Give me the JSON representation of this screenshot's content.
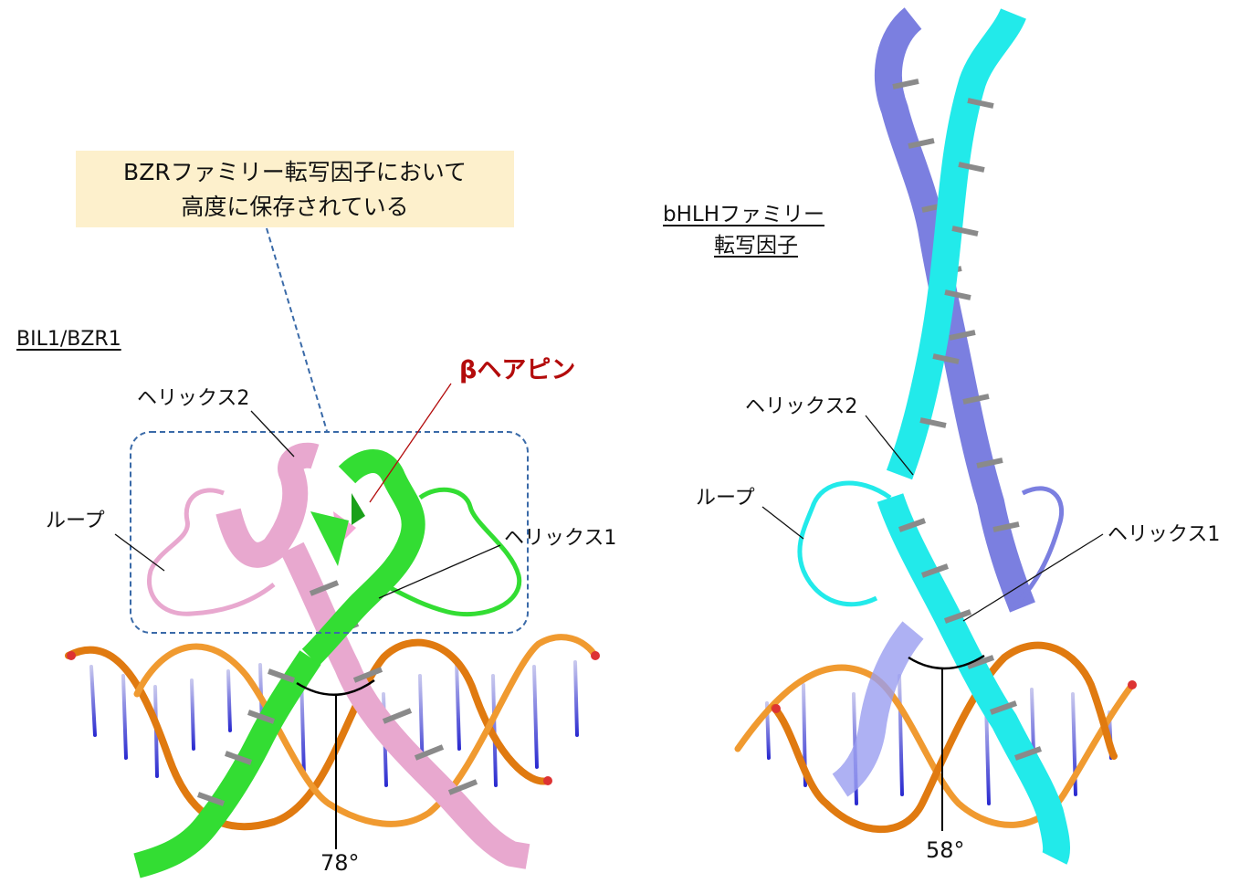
{
  "callout": {
    "line1": "BZRファミリー転写因子において",
    "line2": "高度に保存されている"
  },
  "left": {
    "title": "BIL1/BZR1",
    "helix2": "ヘリックス2",
    "loop": "ループ",
    "helix1": "ヘリックス1",
    "beta_hairpin": "βヘアピン",
    "angle": "78°"
  },
  "right": {
    "title_line1": "bHLHファミリー",
    "title_line2": "転写因子",
    "helix2": "ヘリックス2",
    "loop": "ループ",
    "helix1": "ヘリックス1",
    "angle": "58°"
  },
  "colors": {
    "pink": "#e8a8cf",
    "green": "#33dd33",
    "cyan": "#22eaea",
    "slate": "#7b7fe0",
    "dna_backbone": "#e07a10",
    "dna_base": "#3a3ad0",
    "callout_bg": "#fdf0cc",
    "beta_label": "#b30b0b"
  }
}
